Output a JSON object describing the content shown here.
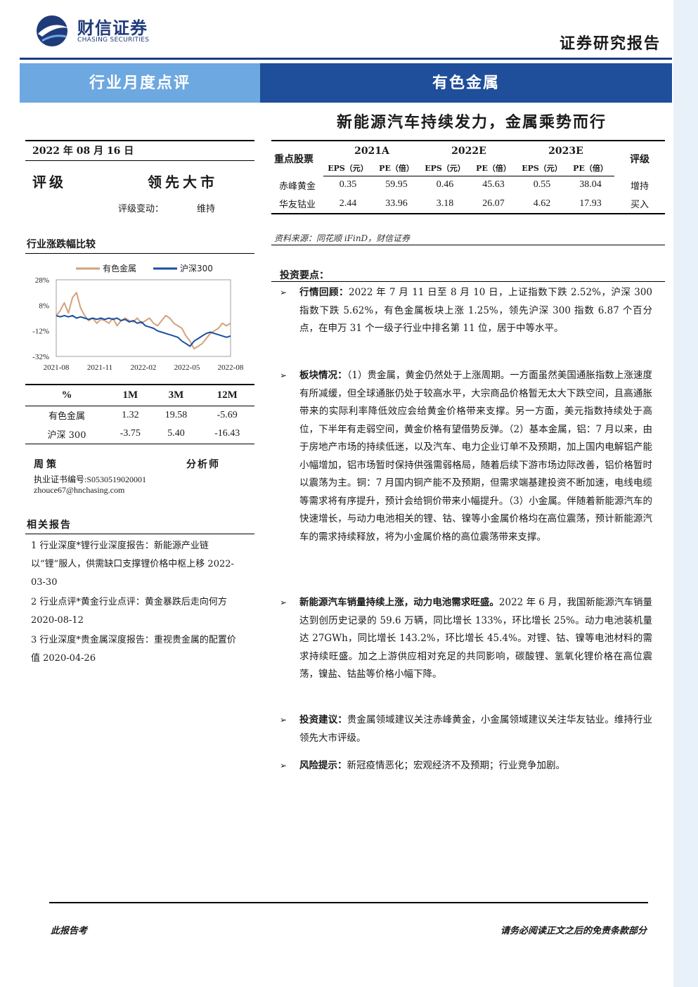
{
  "header": {
    "logo_cn": "财信证券",
    "logo_en": "CHASING SECURITIES",
    "report_type": "证券研究报告",
    "banner_left": "行业月度点评",
    "banner_right": "有色金属",
    "title": "新能源汽车持续发力，金属乘势而行"
  },
  "left": {
    "date": "2022 年 08 月 16 日",
    "rating_label": "评级",
    "rating_value": "领先大市",
    "rating_change_label": "评级变动：",
    "rating_change_value": "维持",
    "comparison_heading": "行业涨跌幅比较",
    "perf_table": {
      "headers": [
        "%",
        "1M",
        "3M",
        "12M"
      ],
      "rows": [
        [
          "有色金属",
          "1.32",
          "19.58",
          "-5.69"
        ],
        [
          "沪深 300",
          "-3.75",
          "5.40",
          "-16.43"
        ]
      ]
    },
    "analyst": {
      "name": "周策",
      "role": "分析师",
      "cert": "执业证书编号:S0530519020001",
      "email": "zhouce67@hnchasing.com"
    },
    "related_heading": "相关报告",
    "related": [
      "1 行业深度*锂行业深度报告：新能源产业链以“锂”服人，供需缺口支撑锂价格中枢上移 2022-03-30",
      "2 行业点评*黄金行业点评：黄金暴跌后走向何方 2020-08-12",
      "3 行业深度*贵金属深度报告：重视贵金属的配置价值 2020-04-26"
    ]
  },
  "chart_data": {
    "type": "line",
    "x_ticks": [
      "2021-08",
      "2021-11",
      "2022-02",
      "2022-05",
      "2022-08"
    ],
    "y_ticks": [
      "28%",
      "8%",
      "-12%",
      "-32%"
    ],
    "ylim": [
      -32,
      28
    ],
    "legend_position": "top",
    "series": [
      {
        "name": "有色金属",
        "color": "#d4a17a",
        "values": [
          0,
          4,
          10,
          2,
          14,
          18,
          6,
          0,
          -4,
          -2,
          -6,
          -3,
          -4,
          -6,
          -2,
          -8,
          -4,
          -2,
          -4,
          -5,
          -2,
          -6,
          -4,
          -2,
          -6,
          -8,
          -4,
          0,
          -2,
          -6,
          -8,
          -10,
          -16,
          -20,
          -26,
          -24,
          -22,
          -18,
          -14,
          -12,
          -10,
          -6,
          -8,
          -6
        ]
      },
      {
        "name": "沪深300",
        "color": "#1a4fa0",
        "values": [
          0,
          -1,
          0,
          -1,
          0,
          -2,
          -1,
          -2,
          -3,
          -2,
          -3,
          -2,
          -3,
          -2,
          -3,
          -2,
          -4,
          -3,
          -5,
          -4,
          -6,
          -5,
          -8,
          -9,
          -10,
          -12,
          -13,
          -14,
          -15,
          -16,
          -17,
          -20,
          -22,
          -24,
          -20,
          -18,
          -16,
          -14,
          -13,
          -14,
          -15,
          -16,
          -17,
          -16
        ]
      }
    ]
  },
  "stock_table": {
    "corner": "重点股票",
    "rating_header": "评级",
    "years": [
      "2021A",
      "2022E",
      "2023E"
    ],
    "subheaders": [
      "EPS（元）",
      "PE（倍）",
      "EPS（元）",
      "PE（倍）",
      "EPS（元）",
      "PE（倍）"
    ],
    "rows": [
      {
        "name": "赤峰黄金",
        "vals": [
          "0.35",
          "59.95",
          "0.46",
          "45.63",
          "0.55",
          "38.04"
        ],
        "rating": "增持"
      },
      {
        "name": "华友钴业",
        "vals": [
          "2.44",
          "33.96",
          "3.18",
          "26.07",
          "4.62",
          "17.93"
        ],
        "rating": "买入"
      }
    ]
  },
  "source_note": "资料来源：同花顺 iFinD，财信证券",
  "points_heading": "投资要点：",
  "points": [
    {
      "lead": "行情回顾：",
      "text": "2022 年 7 月 11 日至 8 月 10 日，上证指数下跌 2.52%，沪深 300 指数下跌 5.62%，有色金属板块上涨 1.25%，领先沪深 300 指数 6.87 个百分点，在申万 31 个一级子行业中排名第 11 位，居于中等水平。"
    },
    {
      "lead": "板块情况：",
      "text": "（1）贵金属，黄金仍然处于上涨周期。一方面虽然美国通胀指数上涨速度有所减缓，但全球通胀仍处于较高水平，大宗商品价格暂无太大下跌空间，且高通胀带来的实际利率降低效应会给黄金价格带来支撑。另一方面，美元指数持续处于高位，下半年有走弱空间，黄金价格有望借势反弹。（2）基本金属，铝：7 月以来，由于房地产市场的持续低迷，以及汽车、电力企业订单不及预期，加上国内电解铝产能小幅增加，铝市场暂时保持供强需弱格局，随着后续下游市场边际改善，铝价格暂时以震荡为主。铜：7 月国内铜产能不及预期，但需求端基建投资不断加速，电线电缆等需求将有序提升，预计会给铜价带来小幅提升。（3）小金属。伴随着新能源汽车的快速增长，与动力电池相关的锂、钴、镍等小金属价格均在高位震荡，预计新能源汽车的需求持续释放，将为小金属价格的高位震荡带来支撑。"
    },
    {
      "lead": "新能源汽车销量持续上涨，动力电池需求旺盛。",
      "text": "2022 年 6 月，我国新能源汽车销量达到创历史记录的 59.6 万辆，同比增长 133%，环比增长 25%。动力电池装机量达 27GWh，同比增长 143.2%，环比增长 45.4%。对锂、钴、镍等电池材料的需求持续旺盛。加之上游供应相对充足的共同影响，碳酸锂、氢氧化锂价格在高位震荡，镍盐、钴盐等价格小幅下降。"
    },
    {
      "lead": "投资建议：",
      "text": "贵金属领域建议关注赤峰黄金，小金属领域建议关注华友钴业。维持行业领先大市评级。"
    },
    {
      "lead": "风险提示：",
      "text": "新冠疫情恶化；宏观经济不及预期；行业竞争加剧。"
    }
  ],
  "footer": {
    "left": "此报告考",
    "right": "请务必阅读正文之后的免责条款部分"
  }
}
